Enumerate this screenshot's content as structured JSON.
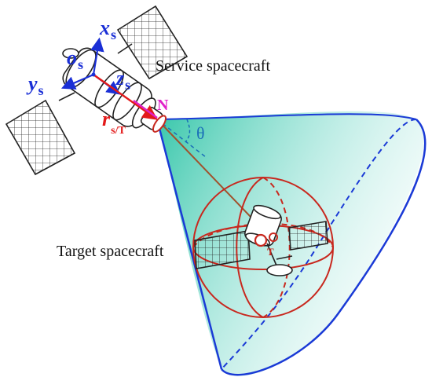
{
  "labels": {
    "service": "Service spacecraft",
    "target": "Target spacecraft",
    "theta": "θ",
    "N": "N",
    "x_s": "x",
    "x_s_sub": "s",
    "y_s": "y",
    "y_s_sub": "s",
    "z_s": "z",
    "z_s_sub": "s",
    "o_s": "o",
    "o_s_sub": "s",
    "r": "r",
    "r_sub": "s/T",
    "T_marker": "T"
  },
  "colors": {
    "axis_blue": "#1a2fd6",
    "vector_red": "#e31a1a",
    "magenta": "#e020c8",
    "cone_edge": "#1a3ad6",
    "cone_fill": "#2ec4a6",
    "sphere": "#c8281e",
    "theta": "#1a6fb8"
  }
}
